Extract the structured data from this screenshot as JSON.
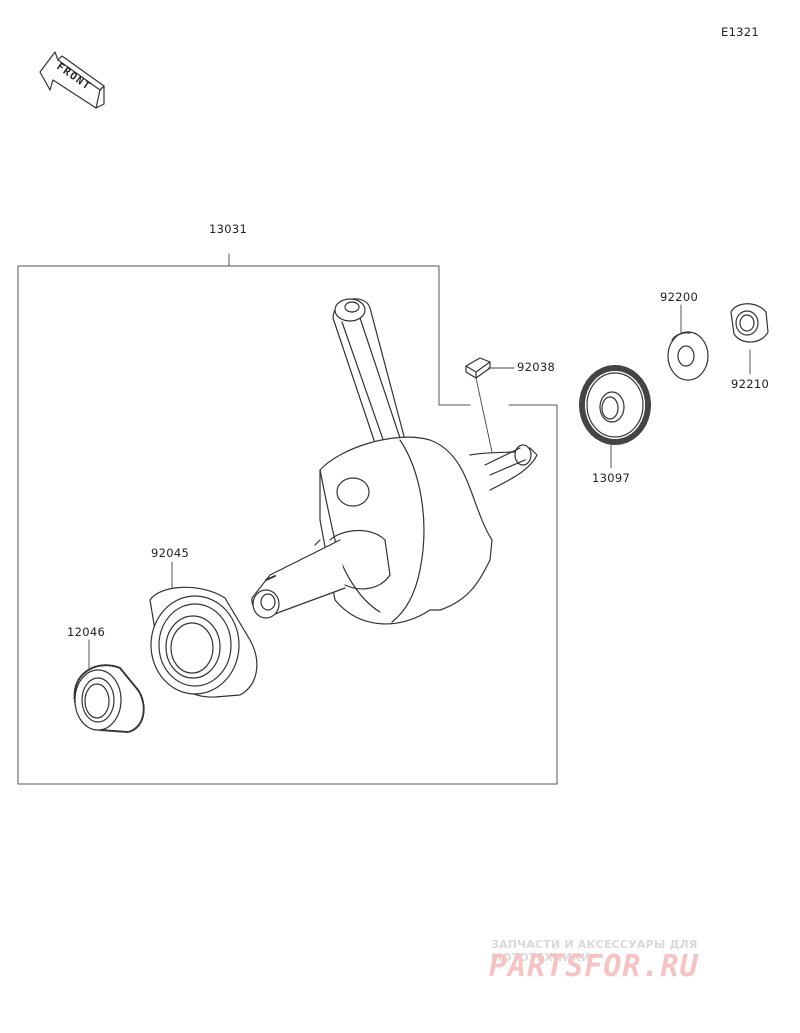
{
  "diagram_code": "E1321",
  "front_label": "FRONT",
  "parts": {
    "crankshaft_assy": "13031",
    "woodruff_key": "92038",
    "washer": "92200",
    "collar": "92210",
    "gear": "13097",
    "ball_bearing": "92045",
    "needle_bearing": "12046"
  },
  "watermark": {
    "tagline": "ЗАПЧАСТИ И АКСЕССУАРЫ ДЛЯ МОТОТЕХНИКИ",
    "logo_text": "PARTSFOR.RU"
  },
  "colors": {
    "line": "#333333",
    "watermark_red": "#f6c2c2"
  }
}
